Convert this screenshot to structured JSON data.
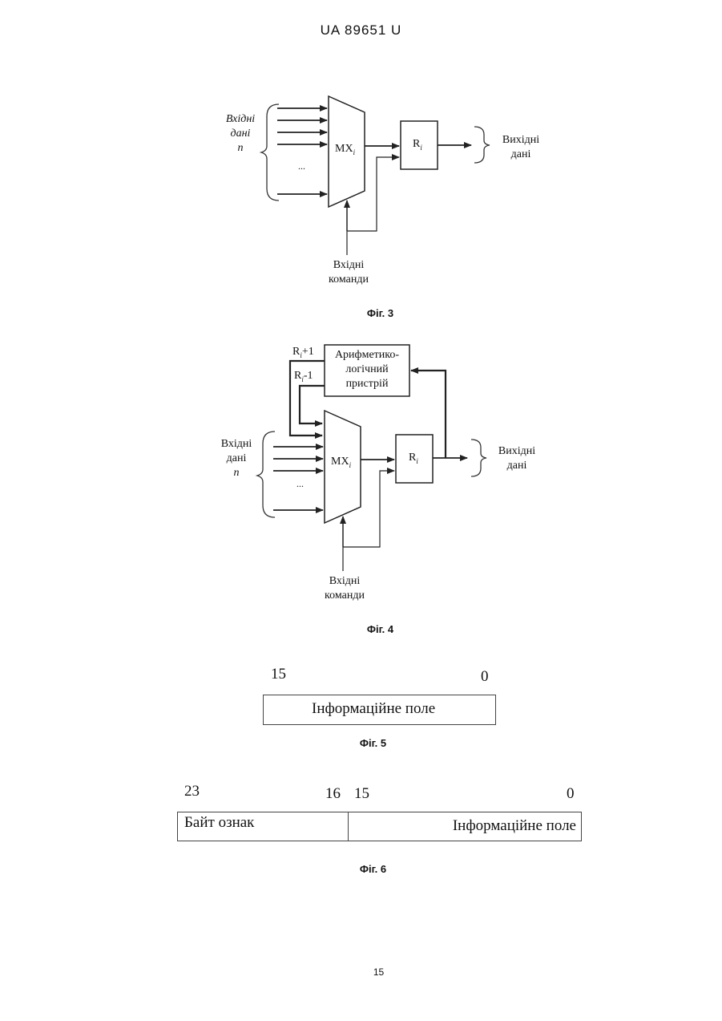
{
  "header": {
    "text": "UA   89651   U"
  },
  "fig3": {
    "caption": "Фіг. 3",
    "input_data_label": [
      "Вхідні",
      "дані",
      "n"
    ],
    "ellipsis": "...",
    "mux_label": "MX",
    "mux_sub": "i",
    "reg_label": "R",
    "reg_sub": "i",
    "output_label": [
      "Вихідні",
      "дані"
    ],
    "commands_label": [
      "Вхідні",
      "команди"
    ]
  },
  "fig4": {
    "caption": "Фіг. 4",
    "alu_label": [
      "Арифметико-",
      "логічний",
      "пристрій"
    ],
    "inc_label": "R",
    "inc_suffix": "+1",
    "dec_label": "R",
    "dec_suffix": "-1",
    "sub": "i",
    "input_data_label": [
      "Вхідні",
      "дані",
      "n"
    ],
    "ellipsis": "...",
    "mux_label": "MX",
    "reg_label": "R",
    "output_label": [
      "Вихідні",
      "дані"
    ],
    "commands_label": [
      "Вхідні",
      "команди"
    ]
  },
  "fig5": {
    "caption": "Фіг. 5",
    "bit_high": "15",
    "bit_low": "0",
    "field": "Інформаційне поле"
  },
  "fig6": {
    "caption": "Фіг. 6",
    "bit_23": "23",
    "bit_16": "16",
    "bit_15": "15",
    "bit_0": "0",
    "field_flags": "Байт ознак",
    "field_info": "Інформаційне поле"
  },
  "page_number": "15"
}
